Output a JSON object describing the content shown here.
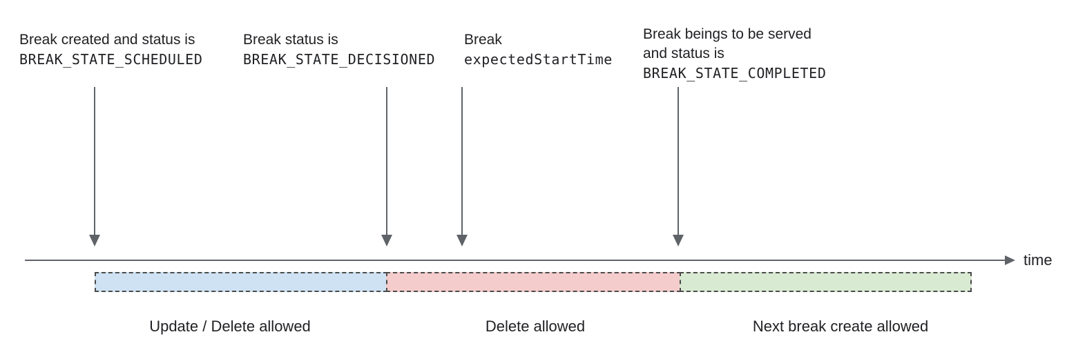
{
  "annotations": [
    {
      "line1": "Break created and status is",
      "line2_mono": "BREAK_STATE_SCHEDULED"
    },
    {
      "line1": "Break status is",
      "line2_mono": "BREAK_STATE_DECISIONED"
    },
    {
      "line1": "Break",
      "line2_mono": "expectedStartTime"
    },
    {
      "line1": "Break beings to be served",
      "line2": "and status is",
      "line3_mono": "BREAK_STATE_COMPLETED"
    }
  ],
  "timeline": {
    "axis_label": "time"
  },
  "segments": [
    {
      "label": "Update / Delete allowed",
      "fill": "#cfe2f3"
    },
    {
      "label": "Delete allowed",
      "fill": "#f4cccc"
    },
    {
      "label": "Next break create allowed",
      "fill": "#d9ead3"
    }
  ],
  "colors": {
    "arrow_gray": "#5f6368",
    "dashed_border": "#4a4a4a",
    "text": "#202124"
  }
}
